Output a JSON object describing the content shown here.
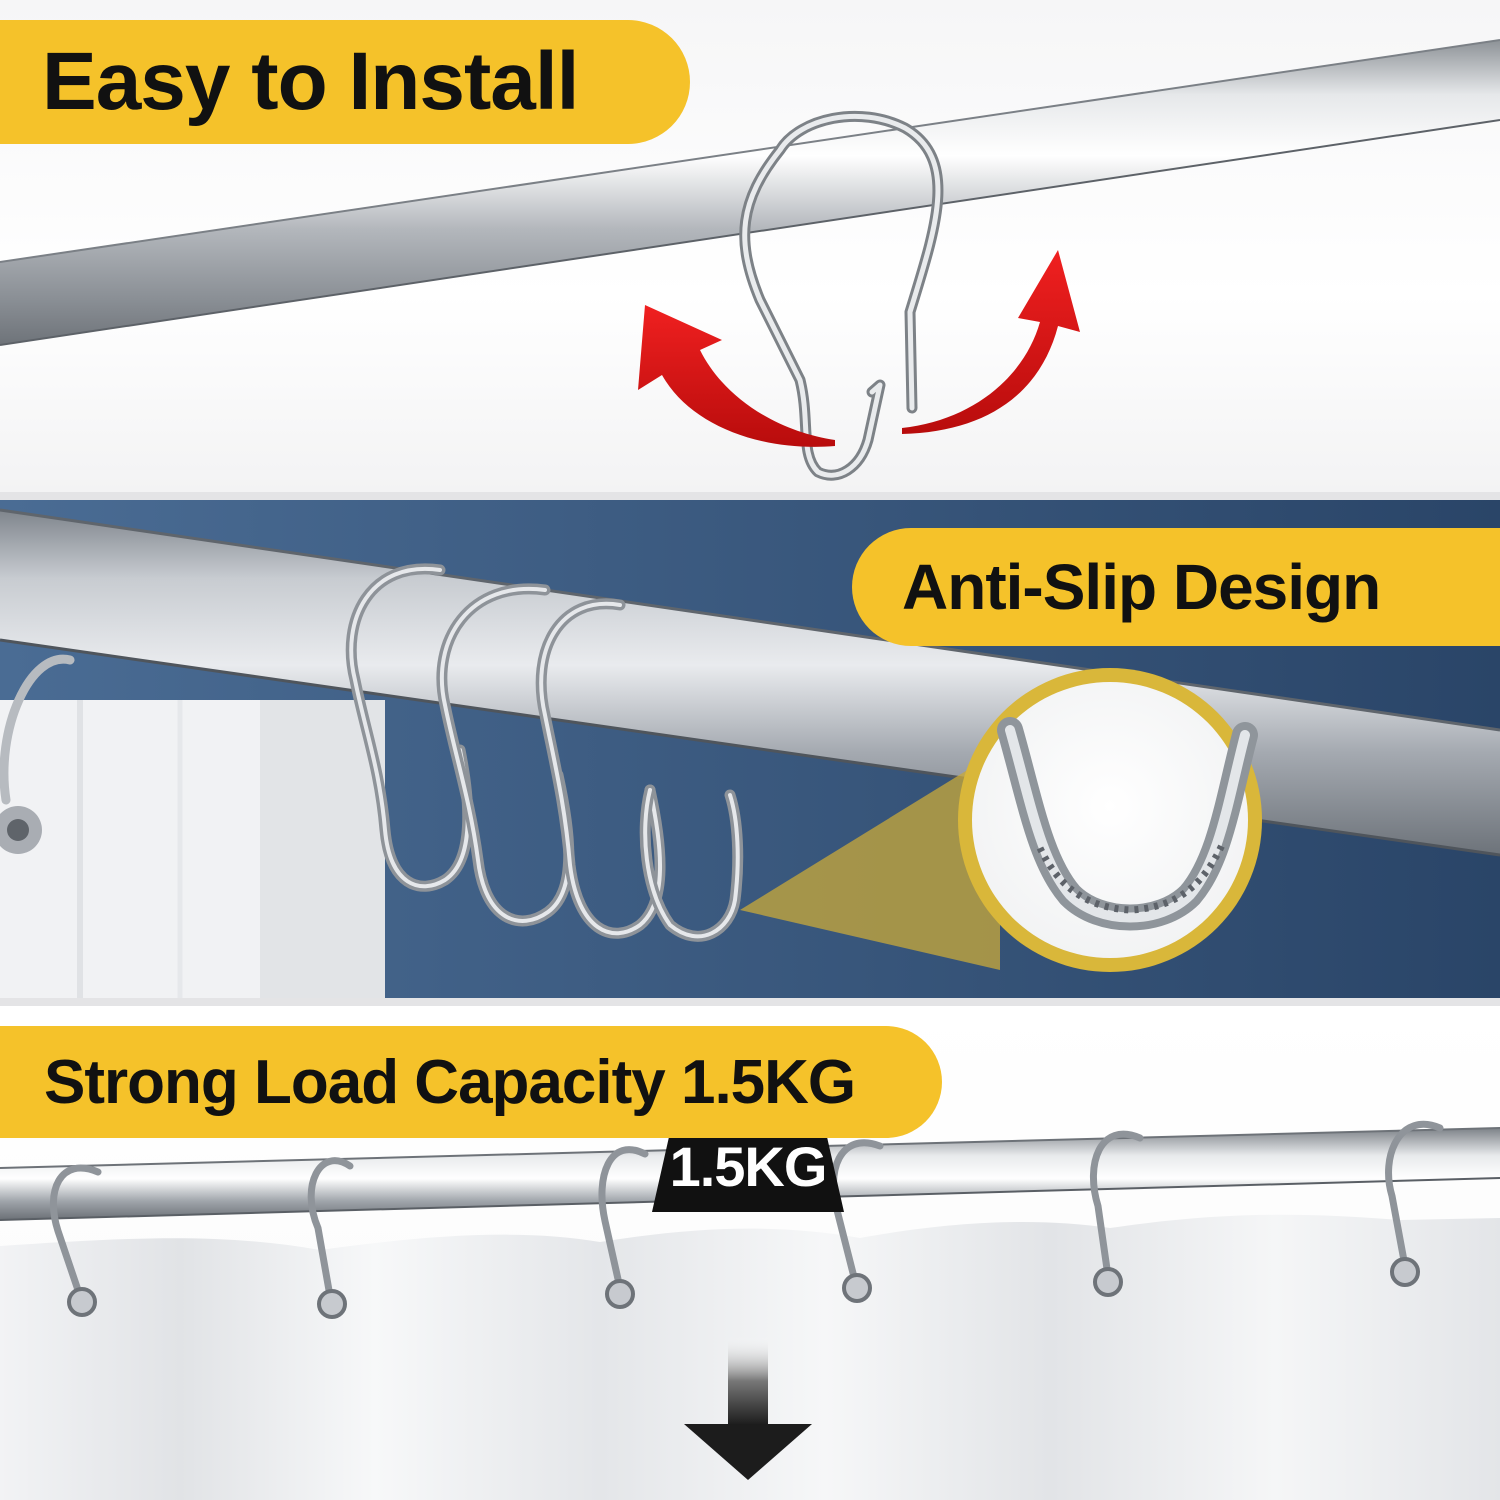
{
  "sections": [
    {
      "headline": "Easy to Install"
    },
    {
      "headline": "Anti-Slip Design"
    },
    {
      "headline": "Strong Load Capacity 1.5KG"
    }
  ],
  "weight_badge": {
    "label": "1.5KG"
  },
  "colors": {
    "accent_yellow": "#f5c22a",
    "arrow_red": "#e81818",
    "background_blue": "#2f4f76",
    "weight_black": "#111111",
    "steel": "#b8bcc2"
  },
  "icons": {
    "install_arrows": "curved-red-arrow-icon",
    "weight": "weight-icon",
    "down_arrow": "arrow-down-icon"
  }
}
